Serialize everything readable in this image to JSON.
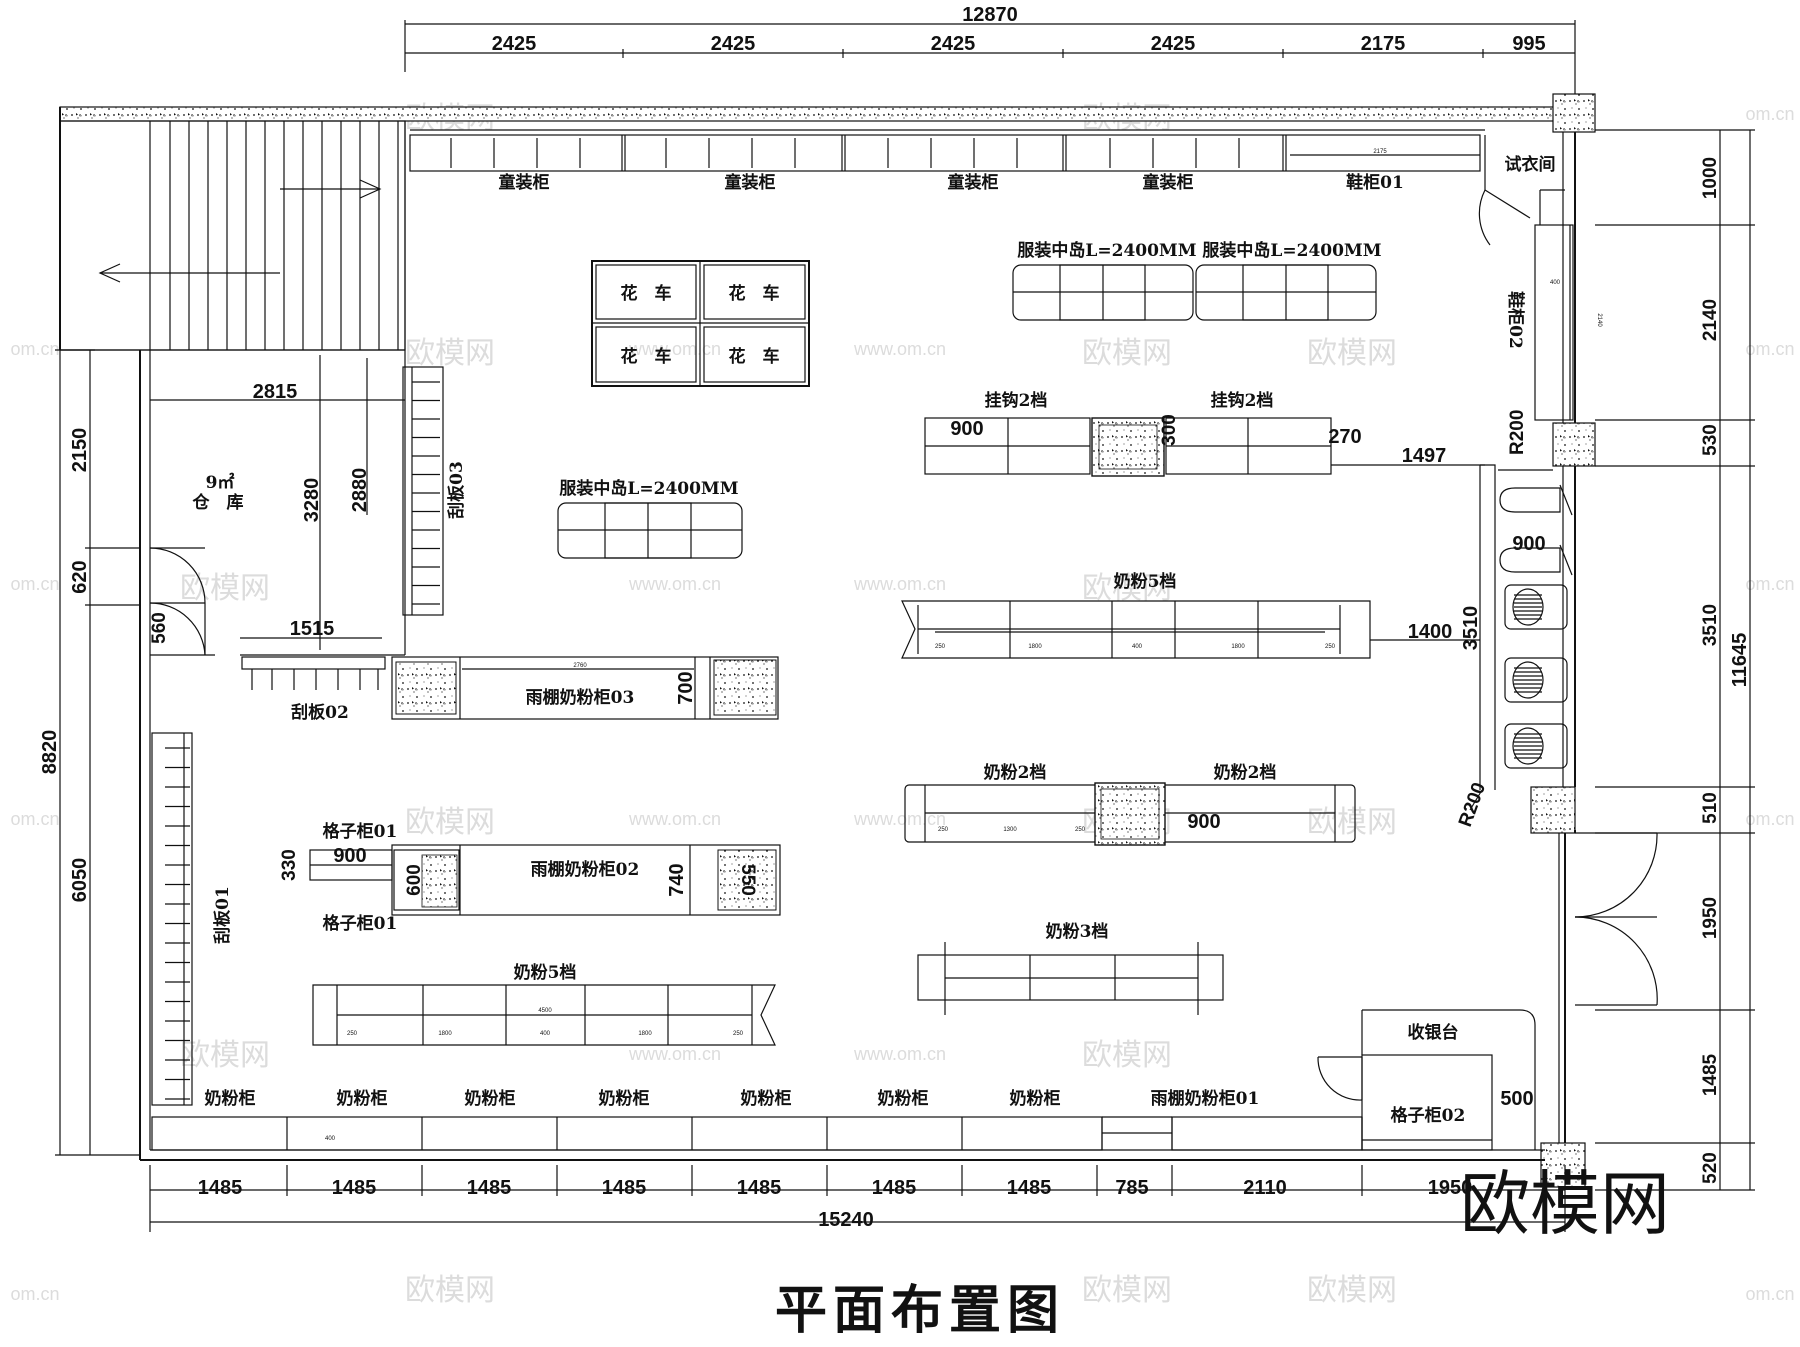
{
  "title": "平面布置图",
  "logo": "欧模网",
  "watermark": {
    "brand": "欧模网",
    "url": "www.om.cn",
    "url_short": "om.cn"
  },
  "top_dims": {
    "total": "12870",
    "segments": [
      "2425",
      "2425",
      "2425",
      "2425",
      "2175",
      "995"
    ]
  },
  "bottom_dims": {
    "total": "15240",
    "segments": [
      "1485",
      "1485",
      "1485",
      "1485",
      "1485",
      "1485",
      "1485",
      "785",
      "2110",
      "1950"
    ]
  },
  "right_dims": {
    "total": "11645",
    "segments": [
      "1000",
      "2140",
      "530",
      "3510",
      "510",
      "1950",
      "1485",
      "520"
    ]
  },
  "left_dims": {
    "total": "8820",
    "segments": [
      "2150",
      "620",
      "6050"
    ]
  },
  "labels": {
    "kids_cab": "童装柜",
    "shoe_cab_01": "鞋柜01",
    "shoe_cab_02": "鞋柜02",
    "fitting_room": "试衣间",
    "flower_cart": "花　车",
    "island": "服装中岛L=2400MM",
    "hook_2": "挂钩2档",
    "milk_5": "奶粉5档",
    "milk_2": "奶粉2档",
    "milk_3": "奶粉3档",
    "rain_03": "雨棚奶粉柜03",
    "rain_02": "雨棚奶粉柜02",
    "rain_01": "雨棚奶粉柜01",
    "milk_cab": "奶粉柜",
    "grid_01": "格子柜01",
    "grid_02": "格子柜02",
    "scraper_01": "刮板01",
    "scraper_02": "刮板02",
    "scraper_03": "刮板03",
    "cashier": "收银台",
    "storage_area": "9㎡",
    "storage_name": "仓　库"
  },
  "interior_dims": {
    "d2815": "2815",
    "d3280": "3280",
    "d2880": "2880",
    "d1515": "1515",
    "d560": "560",
    "d900a": "900",
    "d300": "300",
    "d270": "270",
    "d1497": "1497",
    "r200a": "R200",
    "d900b": "900",
    "d1400": "1400",
    "d3510": "3510",
    "r200b": "R200",
    "d900c": "900",
    "d700": "700",
    "d330": "330",
    "d900d": "900",
    "d600": "600",
    "d740": "740",
    "d550": "550",
    "d500": "500",
    "t2175": "2175",
    "t2140": "2140",
    "t400a": "400",
    "t2760": "2760",
    "t400b": "400",
    "t250a": "250",
    "t1800a": "1800",
    "t400c": "400",
    "t1800b": "1800",
    "t250b": "250",
    "t250c": "250",
    "t1300": "1300",
    "t250d": "250",
    "t4500": "4500",
    "t250e": "250",
    "t1800c": "1800",
    "t400d": "400",
    "t1800d": "1800",
    "t250f": "250"
  }
}
